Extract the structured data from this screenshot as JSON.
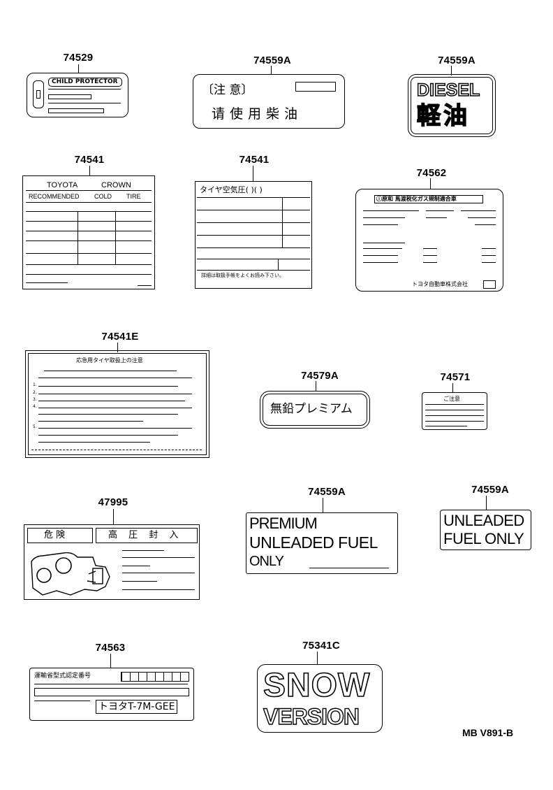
{
  "caption": "MB V891-B",
  "parts": [
    {
      "id": "p1",
      "number": "74529",
      "text": [
        "CHILD PROTECTOR"
      ]
    },
    {
      "id": "p2",
      "number": "74559A",
      "text": [
        "〔注 意〕",
        "请使用柴油"
      ]
    },
    {
      "id": "p3",
      "number": "74559A",
      "text": [
        "DIESEL",
        "軽油"
      ]
    },
    {
      "id": "p4",
      "number": "74541",
      "text": [
        "TOYOTA",
        "CROWN",
        "RECOMMENDED",
        "COLD",
        "TIRE"
      ]
    },
    {
      "id": "p5",
      "number": "74541",
      "text": [
        "タイヤ空気圧(  )(   )",
        "詳細は取扱手帳をよくお読み下さい。"
      ]
    },
    {
      "id": "p6",
      "number": "74562",
      "text": [
        "ⓘ原和  馬渡税化ガス規制適合車",
        "トヨタ自動車株式会社"
      ]
    },
    {
      "id": "p7",
      "number": "74541E",
      "text": [
        "応急用タイヤ取扱上の注意",
        "1.",
        "2.",
        "3.",
        "4.",
        "5."
      ]
    },
    {
      "id": "p8",
      "number": "74579A",
      "text": [
        "無鉛プレミアム"
      ]
    },
    {
      "id": "p9",
      "number": "74571",
      "text": [
        "ご注意"
      ]
    },
    {
      "id": "p10",
      "number": "47995",
      "text": [
        "危 険",
        "高 圧 封 入"
      ]
    },
    {
      "id": "p11",
      "number": "74559A",
      "text": [
        "PREMIUM",
        "UNLEADED FUEL",
        "ONLY"
      ]
    },
    {
      "id": "p12",
      "number": "74559A",
      "text": [
        "UNLEADED",
        "FUEL ONLY"
      ]
    },
    {
      "id": "p13",
      "number": "74563",
      "text": [
        "運輸省型式認定番号",
        "トヨタT-7M-GEE"
      ]
    },
    {
      "id": "p14",
      "number": "75341C",
      "text": [
        "SNOW",
        "VERSION"
      ]
    }
  ]
}
